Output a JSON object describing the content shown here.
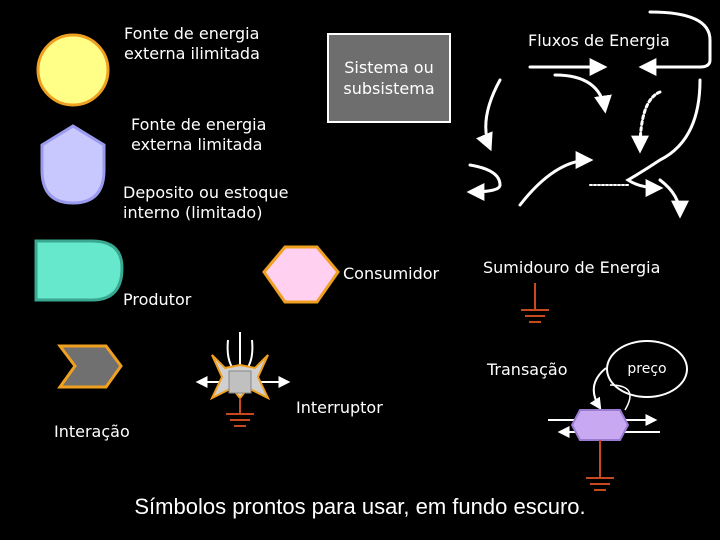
{
  "labels": {
    "unlimited_source": "Fonte de energia\nexterna ilimitada",
    "system": "Sistema ou\nsubsistema",
    "energy_flows": "Fluxos de Energia",
    "limited_source": "Fonte de energia\nexterna limitada",
    "storage": "Deposito ou estoque\ninterno (limitado)",
    "consumer": "Consumidor",
    "energy_sink": "Sumidouro de Energia",
    "producer": "Produtor",
    "transaction": "Transação",
    "price": "preço",
    "interaction": "Interação",
    "switch": "Interruptor"
  },
  "caption": "Símbolos prontos para usar, em fundo escuro.",
  "colors": {
    "background": "#000000",
    "unlimited_source_fill": "#ffff88",
    "unlimited_source_stroke": "#f0a020",
    "limited_source_fill": "#c8c8ff",
    "limited_source_stroke": "#9a9aee",
    "storage_fill": "#66e8cc",
    "storage_stroke": "#3aa890",
    "consumer_fill": "#ffd0f0",
    "consumer_stroke": "#f0a020",
    "system_fill": "#6e6e6e",
    "interaction_fill": "#707070",
    "interaction_stroke": "#f0a020",
    "switch_fill": "#d0d0d0",
    "transaction_fill": "#c8a8f0",
    "ground": "#c84820",
    "text": "#ffffff"
  }
}
